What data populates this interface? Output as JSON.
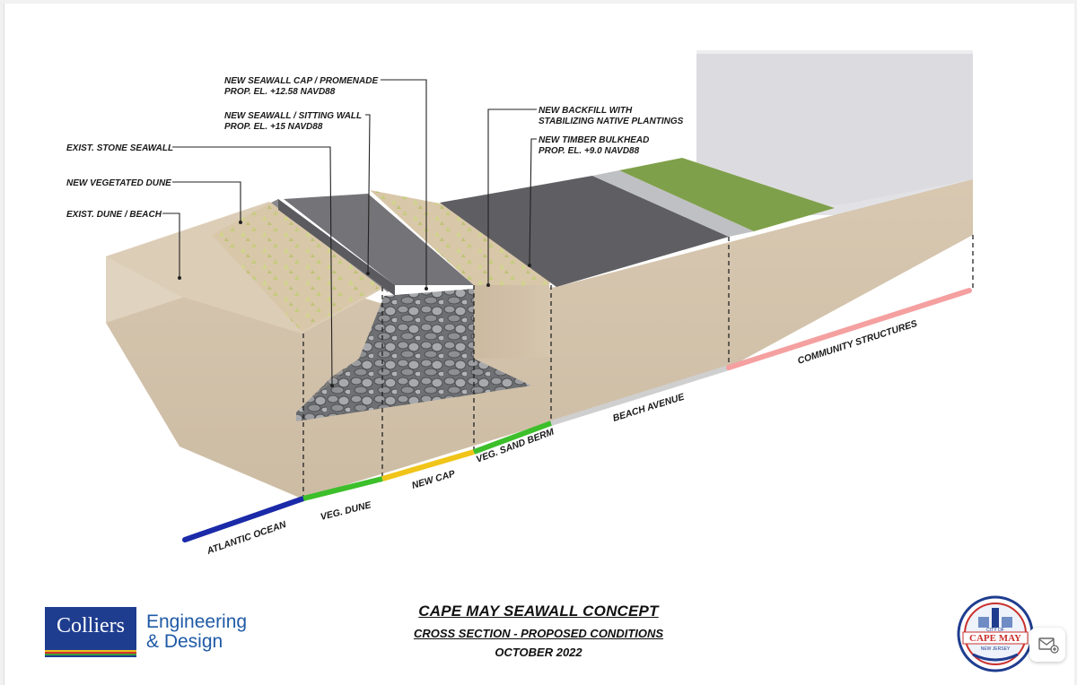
{
  "callouts": {
    "cap_line1": "NEW SEAWALL CAP / PROMENADE",
    "cap_line2": "PROP. EL. +12.58 NAVD88",
    "wall_line1": "NEW SEAWALL / SITTING WALL",
    "wall_line2": "PROP. EL. +15 NAVD88",
    "stone": "EXIST. STONE SEAWALL",
    "veg_dune": "NEW VEGETATED DUNE",
    "exist_dune": "EXIST. DUNE / BEACH",
    "backfill_line1": "NEW BACKFILL WITH",
    "backfill_line2": "STABILIZING NATIVE PLANTINGS",
    "bulkhead_line1": "NEW TIMBER BULKHEAD",
    "bulkhead_line2": "PROP. EL. +9.0 NAVD88"
  },
  "bands": [
    {
      "label": "ATLANTIC OCEAN",
      "color": "#1a2aa8"
    },
    {
      "label": "VEG. DUNE",
      "color": "#3cbf2a"
    },
    {
      "label": "NEW CAP",
      "color": "#f0c419"
    },
    {
      "label": "VEG. SAND BERM",
      "color": "#3cbf2a"
    },
    {
      "label": "BEACH AVENUE",
      "color": "#cfcfcf"
    },
    {
      "label": "COMMUNITY STRUCTURES",
      "color": "#f5a0a0"
    }
  ],
  "title": {
    "main": "CAPE MAY SEAWALL CONCEPT",
    "sub": "CROSS SECTION - PROPOSED CONDITIONS",
    "date": "OCTOBER 2022"
  },
  "logo": {
    "word": "Colliers",
    "line1": "Engineering",
    "line2": "& Design"
  },
  "seal": {
    "top": "CITY OF",
    "name": "CAPE MAY",
    "state": "NEW JERSEY"
  },
  "colors": {
    "sand": "#d9cab4",
    "asphalt": "#6b6b6f",
    "grass": "#7a9a45",
    "building": "#dadade",
    "brand_blue": "#1f3d8f"
  }
}
